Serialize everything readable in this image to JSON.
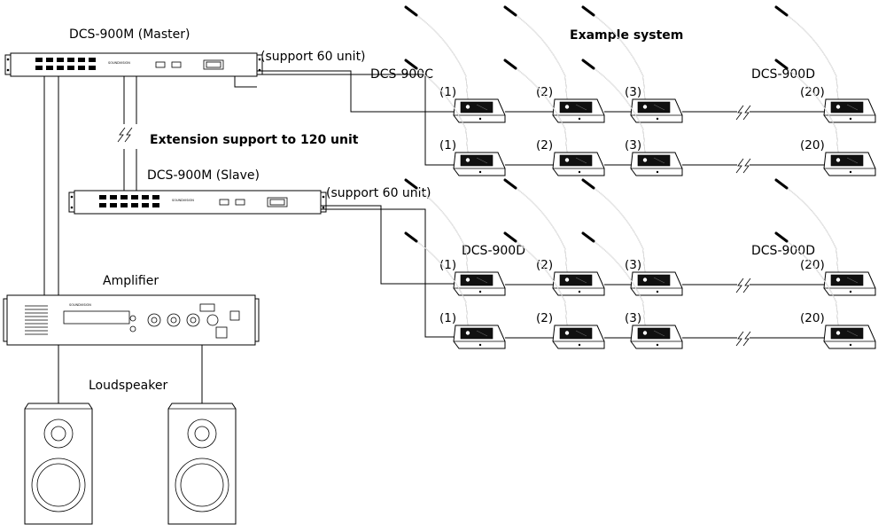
{
  "title": "Example system",
  "master": {
    "label": "DCS-900M (Master)",
    "support": "(support 60 unit)",
    "brand": "SOUNDVISION"
  },
  "slave": {
    "label": "DCS-900M (Slave)",
    "support": "(support 60 unit)",
    "brand": "SOUNDVISION"
  },
  "extension": "Extension support to 120 unit",
  "amplifier": {
    "label": "Amplifier",
    "brand": "SOUNDVISION"
  },
  "loudspeaker": "Loudspeaker",
  "groups": {
    "top": {
      "left_type": "DCS-900C",
      "right_type": "DCS-900D"
    },
    "bottom": {
      "left_type": "DCS-900D",
      "right_type": "DCS-900D"
    }
  },
  "unit_numbers": [
    "(1)",
    "(2)",
    "(3)",
    "(20)"
  ]
}
